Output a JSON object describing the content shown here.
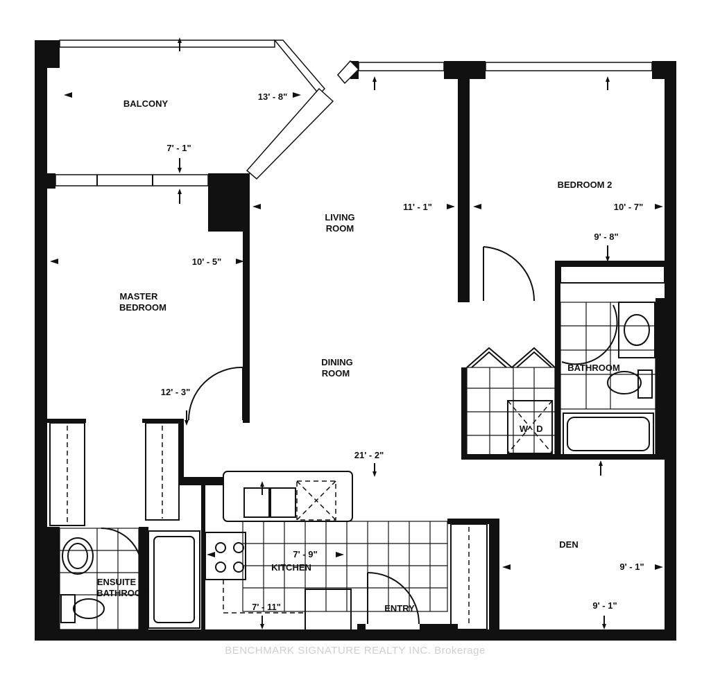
{
  "rooms": {
    "balcony": "BALCONY",
    "living_1": "LIVING",
    "living_2": "ROOM",
    "master_1": "MASTER",
    "master_2": "BEDROOM",
    "dining_1": "DINING",
    "dining_2": "ROOM",
    "bedroom2": "BEDROOM 2",
    "bathroom": "BATHROOM",
    "ensuite_1": "ENSUITE",
    "ensuite_2": "BATHROOM",
    "kitchen": "KITCHEN",
    "entry": "ENTRY",
    "den": "DEN",
    "washer": "W",
    "dryer": "D"
  },
  "dimensions": {
    "balcony_width": "13' - 8\"",
    "balcony_depth": "7' - 1\"",
    "living_width": "11' - 1\"",
    "master_width": "10' - 5\"",
    "master_depth": "12' - 3\"",
    "bedroom2_width": "10' - 7\"",
    "bedroom2_depth": "9' - 8\"",
    "living_depth": "21' - 2\"",
    "kitchen_width": "7' - 9\"",
    "kitchen_depth": "7' - 11\"",
    "den_width": "9' - 1\"",
    "den_depth": "9' - 1\""
  },
  "watermark": "BENCHMARK SIGNATURE REALTY INC. Brokerage"
}
